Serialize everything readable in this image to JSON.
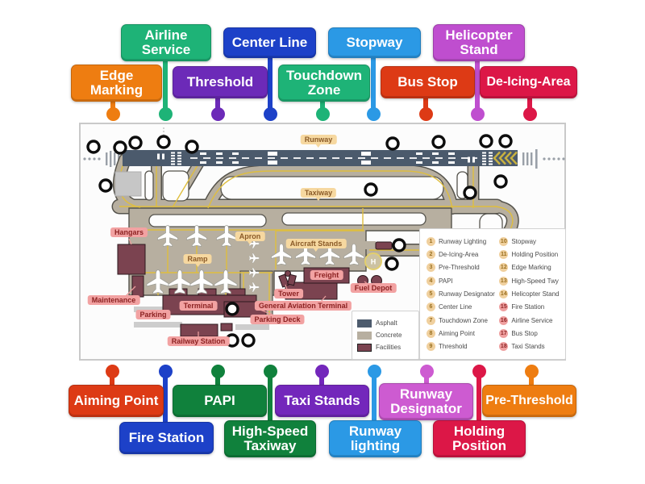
{
  "drag_labels": {
    "top_row1": [
      {
        "text": "Airline\nService",
        "color": "#1eb377"
      },
      {
        "text": "Center Line",
        "color": "#1d41c8"
      },
      {
        "text": "Stopway",
        "color": "#2b99e5"
      },
      {
        "text": "Helicopter\nStand",
        "color": "#bf4ecf"
      }
    ],
    "top_row2": [
      {
        "text": "Edge\nMarking",
        "color": "#ee7d11"
      },
      {
        "text": "Threshold",
        "color": "#6c2ab8"
      },
      {
        "text": "Touchdown\nZone",
        "color": "#1eb377"
      },
      {
        "text": "Bus Stop",
        "color": "#dd3a15"
      },
      {
        "text": "De-Icing-Area",
        "color": "#dc1747"
      }
    ],
    "bottom_row1": [
      {
        "text": "Aiming Point",
        "color": "#dd3a15"
      },
      {
        "text": "PAPI",
        "color": "#10813c"
      },
      {
        "text": "Taxi Stands",
        "color": "#7327bb"
      },
      {
        "text": "Runway\nDesignator",
        "color": "#cd5bd1"
      },
      {
        "text": "Pre-Threshold",
        "color": "#ee7d11"
      }
    ],
    "bottom_row2": [
      {
        "text": "Fire Station",
        "color": "#1d41c8"
      },
      {
        "text": "High-Speed\nTaxiway",
        "color": "#10813c"
      },
      {
        "text": "Runway\nlighting",
        "color": "#2b99e5"
      },
      {
        "text": "Holding\nPosition",
        "color": "#dc1747"
      }
    ]
  },
  "map": {
    "area_labels": {
      "runway": "Runway",
      "taxiway": "Taxiway",
      "apron": "Apron",
      "ramp": "Ramp",
      "aircraft_stands": "Aircraft Stands",
      "helipad": "H"
    },
    "facility_labels": {
      "hangars": "Hangars",
      "maintenance": "Maintenance",
      "parking": "Parking",
      "terminal": "Terminal",
      "railway_station": "Railway Station",
      "tower": "Tower",
      "general_aviation_terminal": "General Aviation Terminal",
      "parking_deck": "Parking Deck",
      "freight": "Freight",
      "fuel_depot": "Fuel Depot"
    }
  },
  "legend": {
    "items": [
      {
        "num": "1",
        "label": "Runway Lighting"
      },
      {
        "num": "2",
        "label": "De-Icing-Area"
      },
      {
        "num": "3",
        "label": "Pre-Threshold"
      },
      {
        "num": "4",
        "label": "PAPI"
      },
      {
        "num": "5",
        "label": "Runway Designator"
      },
      {
        "num": "6",
        "label": "Center Line"
      },
      {
        "num": "7",
        "label": "Touchdown Zone"
      },
      {
        "num": "8",
        "label": "Aiming Point"
      },
      {
        "num": "9",
        "label": "Threshold"
      },
      {
        "num": "10",
        "label": "Stopway"
      },
      {
        "num": "11",
        "label": "Holding Position"
      },
      {
        "num": "12",
        "label": "Edge Marking"
      },
      {
        "num": "13",
        "label": "High-Speed Twy"
      },
      {
        "num": "14",
        "label": "Helicopter Stand"
      },
      {
        "num": "15",
        "label": "Fire Station"
      },
      {
        "num": "16",
        "label": "Airline Service"
      },
      {
        "num": "17",
        "label": "Bus Stop"
      },
      {
        "num": "18",
        "label": "Taxi Stands"
      }
    ],
    "materials": [
      {
        "label": "Asphalt",
        "color": "#4d5b6d"
      },
      {
        "label": "Concrete",
        "color": "#b7afa0"
      },
      {
        "label": "Facilities",
        "color": "#7b4350"
      }
    ]
  },
  "colors": {
    "asphalt": "#4d5b6d",
    "concrete": "#b7afa0",
    "facilities": "#7b4350",
    "taxi_line": "#dfbe3e"
  }
}
